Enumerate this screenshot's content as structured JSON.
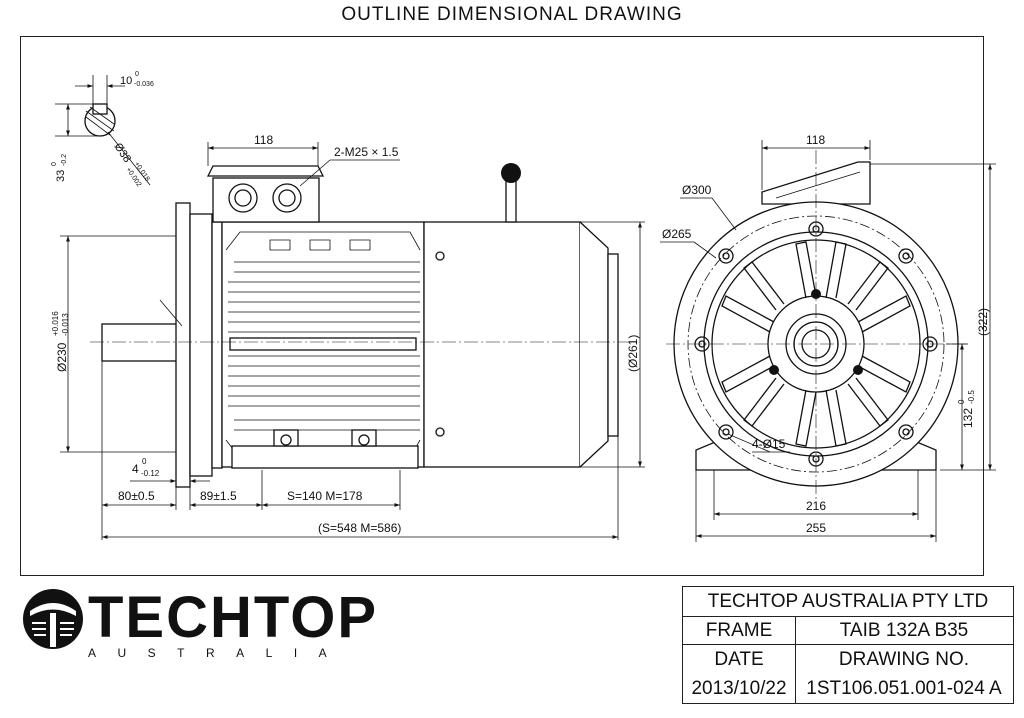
{
  "drawing": {
    "title": "OUTLINE DIMENSIONAL DRAWING",
    "dimensions": {
      "key_width": "10",
      "key_width_tol_upper": "0",
      "key_width_tol_lower": "-0.036",
      "key_height": "33",
      "key_height_tol_upper": "0",
      "key_height_tol_lower": "-0.2",
      "shaft_dia": "Ø38",
      "shaft_dia_tol_upper": "+0.018",
      "shaft_dia_tol_lower": "+0.002",
      "terminal_box_width_side": "118",
      "cable_gland": "2-M25 × 1.5",
      "spigot_dia": "Ø230",
      "spigot_tol_upper": "+0.016",
      "spigot_tol_lower": "-0.013",
      "spigot_depth": "4",
      "spigot_depth_tol_upper": "0",
      "spigot_depth_tol_lower": "-0.12",
      "shaft_length": "80±0.5",
      "shaft_to_foot": "89±1.5",
      "foot_spacing": "S=140  M=178",
      "overall_length": "(S=548 M=586)",
      "body_dia": "(Ø261)",
      "terminal_box_width_end": "118",
      "flange_dia": "Ø300",
      "pcd": "Ø265",
      "overall_height": "(322)",
      "shaft_height": "132",
      "shaft_height_tol_upper": "0",
      "shaft_height_tol_lower": "-0.5",
      "flange_holes": "4-Ø15",
      "foot_hole_spacing": "216",
      "foot_width": "255"
    }
  },
  "logo": {
    "word": "TECHTOP",
    "subtitle": "AUSTRALIA"
  },
  "title_block": {
    "company": "TECHTOP AUSTRALIA PTY LTD",
    "frame_label": "FRAME",
    "frame_value": "TAIB 132A B35",
    "date_label": "DATE",
    "drawing_no_label": "DRAWING NO.",
    "date_value": "2013/10/22",
    "drawing_no_value": "1ST106.051.001-024 A"
  }
}
